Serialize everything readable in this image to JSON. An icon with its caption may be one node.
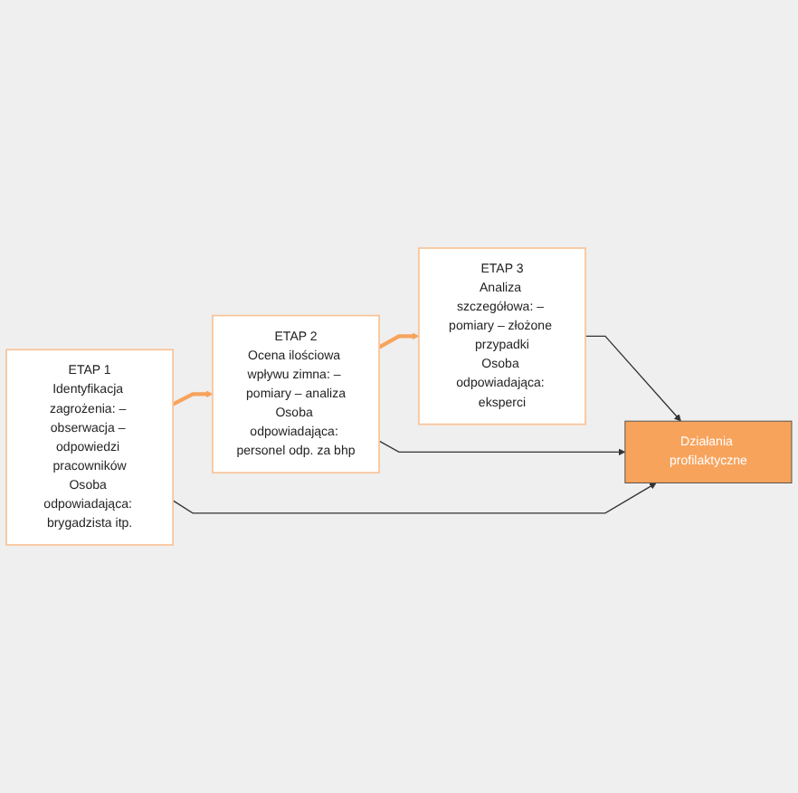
{
  "diagram": {
    "nodes": [
      {
        "text": [
          "ETAP 1",
          "Identyfikacja zagrożenia: – obserwacja – odpowiedzi pracowników",
          "Osoba odpowiadająca: brygadzista itp."
        ]
      },
      {
        "text": [
          "ETAP 2",
          "Ocena ilościowa wpływu zimna: – pomiary – analiza",
          "Osoba odpowiadająca: personel odp. za bhp"
        ]
      },
      {
        "text": [
          "ETAP 3",
          "Analiza szczegółowa: – pomiary – złożone przypadki",
          "Osoba odpowiadająca: eksperci"
        ]
      },
      {
        "text": [
          "Działania profilaktyczne"
        ]
      }
    ],
    "edges": [
      {
        "from": 0,
        "to": 1,
        "arrow": "to",
        "style": "thick",
        "color": "#f7a35c"
      },
      {
        "from": 1,
        "to": 2,
        "arrow": "to",
        "style": "thick",
        "color": "#f7a35c"
      },
      {
        "from": 2,
        "to": 3,
        "arrow": "to"
      },
      {
        "from": 1,
        "to": 3,
        "arrow": "to"
      },
      {
        "from": 0,
        "to": 3,
        "arrow": "to"
      }
    ]
  }
}
